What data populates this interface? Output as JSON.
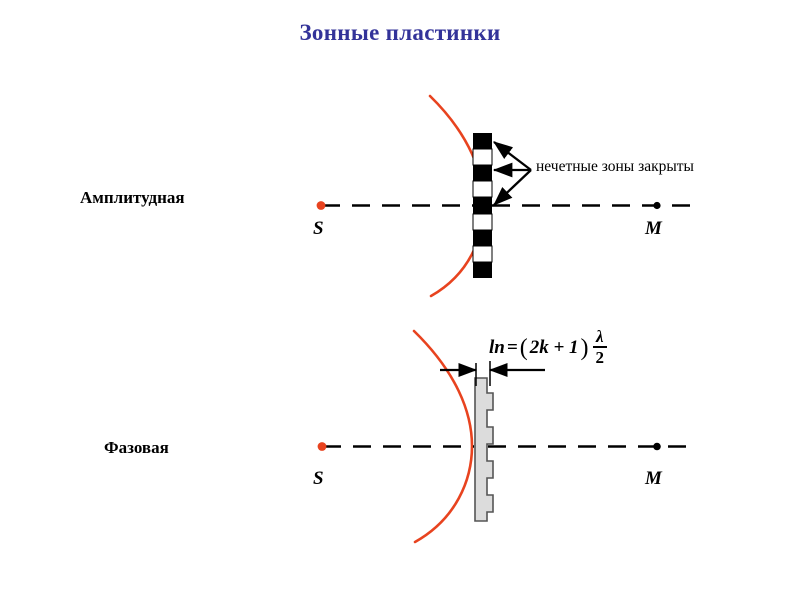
{
  "slide": {
    "title": "Зонные пластинки",
    "background": "#ffffff",
    "title_color": "#333399"
  },
  "colors": {
    "title": "#333399",
    "wavefront": "#E8431F",
    "source_dot": "#E8431F",
    "observation_dot": "#000000",
    "axis": "#000000",
    "zone_block": "#000000",
    "phase_plate_fill": "#DCDCDC",
    "phase_plate_stroke": "#555555"
  },
  "diagrams": [
    {
      "id": "amplitude",
      "row_label": "Амплитудная",
      "source_label": "S",
      "observation_label": "M",
      "annotation": "нечетные зоны закрыты",
      "axis_style": "dashed",
      "plate_type": "amplitude-zone-plate",
      "zone_count": 9,
      "zone_pattern": [
        "black",
        "white",
        "black",
        "white",
        "black",
        "white",
        "black",
        "white",
        "black"
      ],
      "leader_arrows": 3
    },
    {
      "id": "phase",
      "row_label": "Фазовая",
      "source_label": "S",
      "observation_label": "M",
      "axis_style": "dashed",
      "plate_type": "phase-zone-plate",
      "step_count": 8,
      "formula": {
        "lhs": "ln",
        "equals": "=",
        "open_paren": "(",
        "inner": "2k + 1",
        "close_paren": ")",
        "numerator": "λ",
        "denominator": "2"
      },
      "dimension_marker": "thickness"
    }
  ]
}
